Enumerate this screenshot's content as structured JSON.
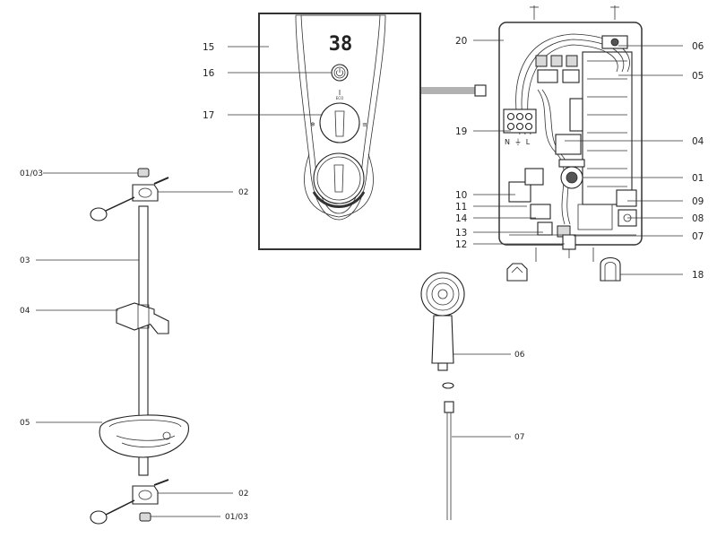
{
  "display": {
    "temperature": "38",
    "mini_labels": [
      "ECO",
      "❄",
      "≡"
    ]
  },
  "callouts": {
    "shower_unit": {
      "front_cover": "15",
      "power_button": "16",
      "power_selector_knob": "17",
      "backplate": "20",
      "terminal_block": "19",
      "inlet_connector": "06",
      "heater_tank": "05",
      "pcb": "04",
      "flow_valve": "01",
      "pressure_relief": "10",
      "microswitch": "11",
      "thermal_cutout": "14",
      "solenoid": "13",
      "outlet_elbow": "12",
      "outlet_pipe": "07",
      "pipe_clip": "09",
      "heater_seal": "08",
      "cable_clamp": "18"
    },
    "riser_rail": {
      "top_cap": "01/03",
      "top_bracket": "02",
      "rail_tube": "03",
      "handset_holder": "04",
      "soap_dish": "05",
      "bottom_bracket": "02",
      "bottom_cap": "01/03"
    },
    "handset_kit": {
      "handset": "06",
      "hose": "07"
    }
  },
  "terminal_marks": {
    "neutral": "N",
    "earth": "⏚",
    "live": "L"
  },
  "colors": {
    "line": "#222222",
    "panel_border": "#333333",
    "shade": "#d9d9d9"
  }
}
